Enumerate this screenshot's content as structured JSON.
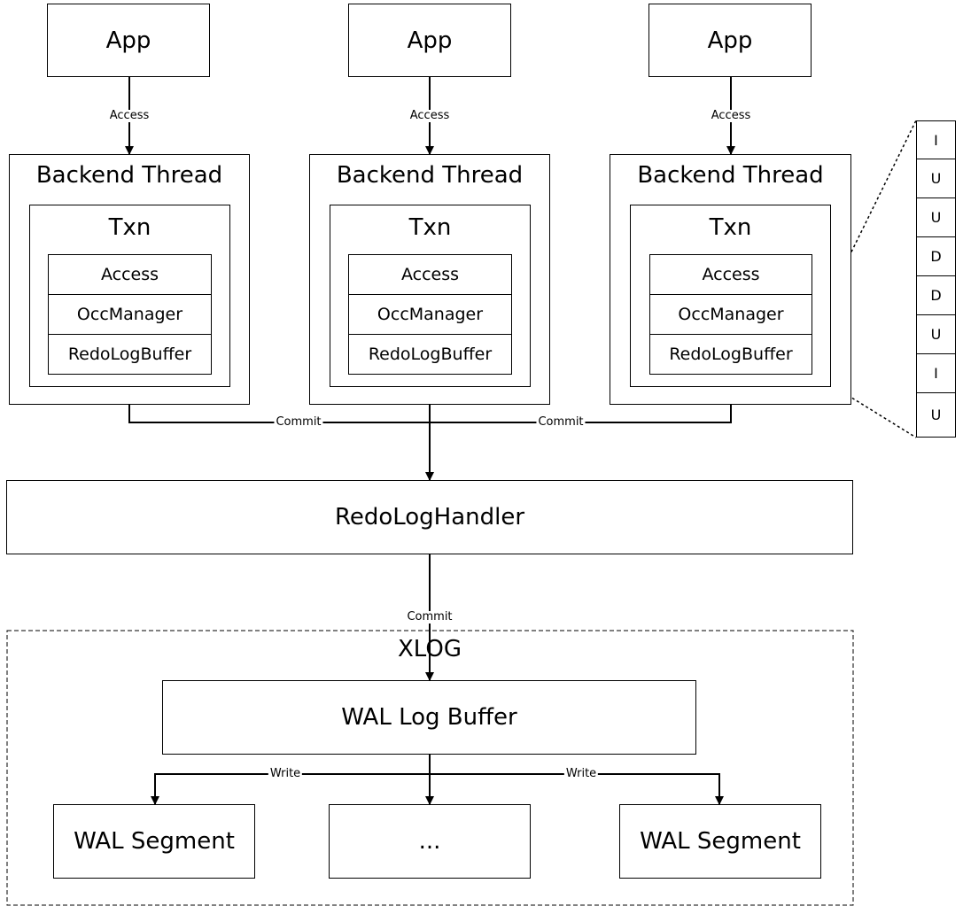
{
  "apps": [
    "App",
    "App",
    "App"
  ],
  "access_label": "Access",
  "backend": {
    "title": "Backend Thread",
    "txn_title": "Txn",
    "rows": [
      "Access",
      "OccManager",
      "RedoLogBuffer"
    ]
  },
  "commit_label": "Commit",
  "handler": "RedoLogHandler",
  "xlog": {
    "title": "XLOG",
    "buffer": "WAL Log Buffer",
    "write_label": "Write",
    "segments": [
      "WAL Segment",
      "...",
      "WAL Segment"
    ]
  },
  "buffer_entries": [
    "I",
    "U",
    "U",
    "D",
    "D",
    "U",
    "I",
    "U"
  ]
}
